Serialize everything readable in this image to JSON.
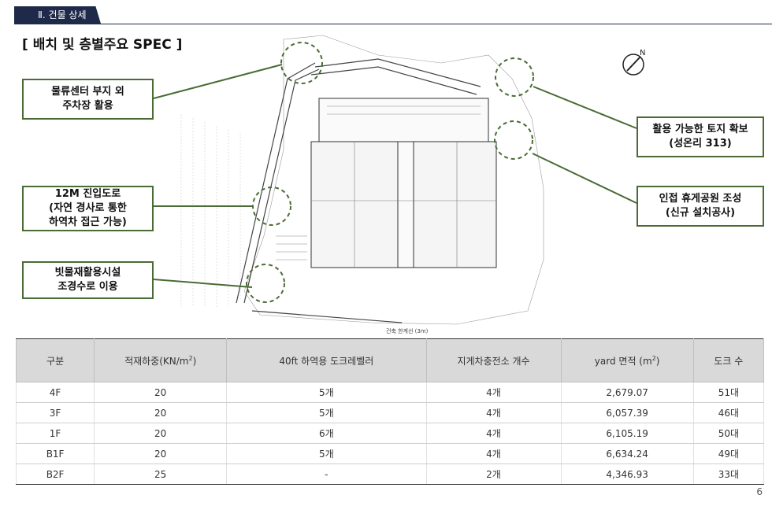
{
  "header": {
    "section_tab": "Ⅱ. 건물 상세"
  },
  "spec_title": "[ 배치 및 층별주요 SPEC ]",
  "callouts": {
    "logistics_parking": [
      "물류센터 부지 외",
      "주차장 활용"
    ],
    "access_road": [
      "12M 진입도로",
      "(자연 경사로 통한",
      "하역차 접근 가능)"
    ],
    "rainwater": [
      "빗물재활용시설",
      "조경수로 이용"
    ],
    "land": [
      "활용 가능한 토지 확보",
      "(성온리 313)"
    ],
    "park": [
      "인접 휴게공원 조성",
      "(신규 설치공사)"
    ]
  },
  "plan_labels": {
    "boundary": "건축 한계선 (3m)"
  },
  "table": {
    "headers": {
      "floor": "구분",
      "load_prefix": "적재하중(KN/m",
      "load_sup": "2",
      "load_suffix": ")",
      "dock_leveler": "40ft 하역용 도크레벨러",
      "charging": "지게차충전소 개수",
      "yard_prefix": "yard 면적 (m",
      "yard_sup": "2",
      "yard_suffix": ")",
      "docks": "도크 수"
    },
    "rows": [
      {
        "floor": "4F",
        "load": "20",
        "leveler": "5개",
        "charging": "4개",
        "yard": "2,679.07",
        "docks": "51대"
      },
      {
        "floor": "3F",
        "load": "20",
        "leveler": "5개",
        "charging": "4개",
        "yard": "6,057.39",
        "docks": "46대"
      },
      {
        "floor": "1F",
        "load": "20",
        "leveler": "6개",
        "charging": "4개",
        "yard": "6,105.19",
        "docks": "50대"
      },
      {
        "floor": "B1F",
        "load": "20",
        "leveler": "5개",
        "charging": "4개",
        "yard": "6,634.24",
        "docks": "49대"
      },
      {
        "floor": "B2F",
        "load": "25",
        "leveler": "-",
        "charging": "2개",
        "yard": "4,346.93",
        "docks": "33대"
      }
    ]
  },
  "page_number": "6",
  "colors": {
    "accent_navy": "#1f2a4a",
    "callout_green": "#4a6b35",
    "header_gray": "#d9d9d9"
  }
}
